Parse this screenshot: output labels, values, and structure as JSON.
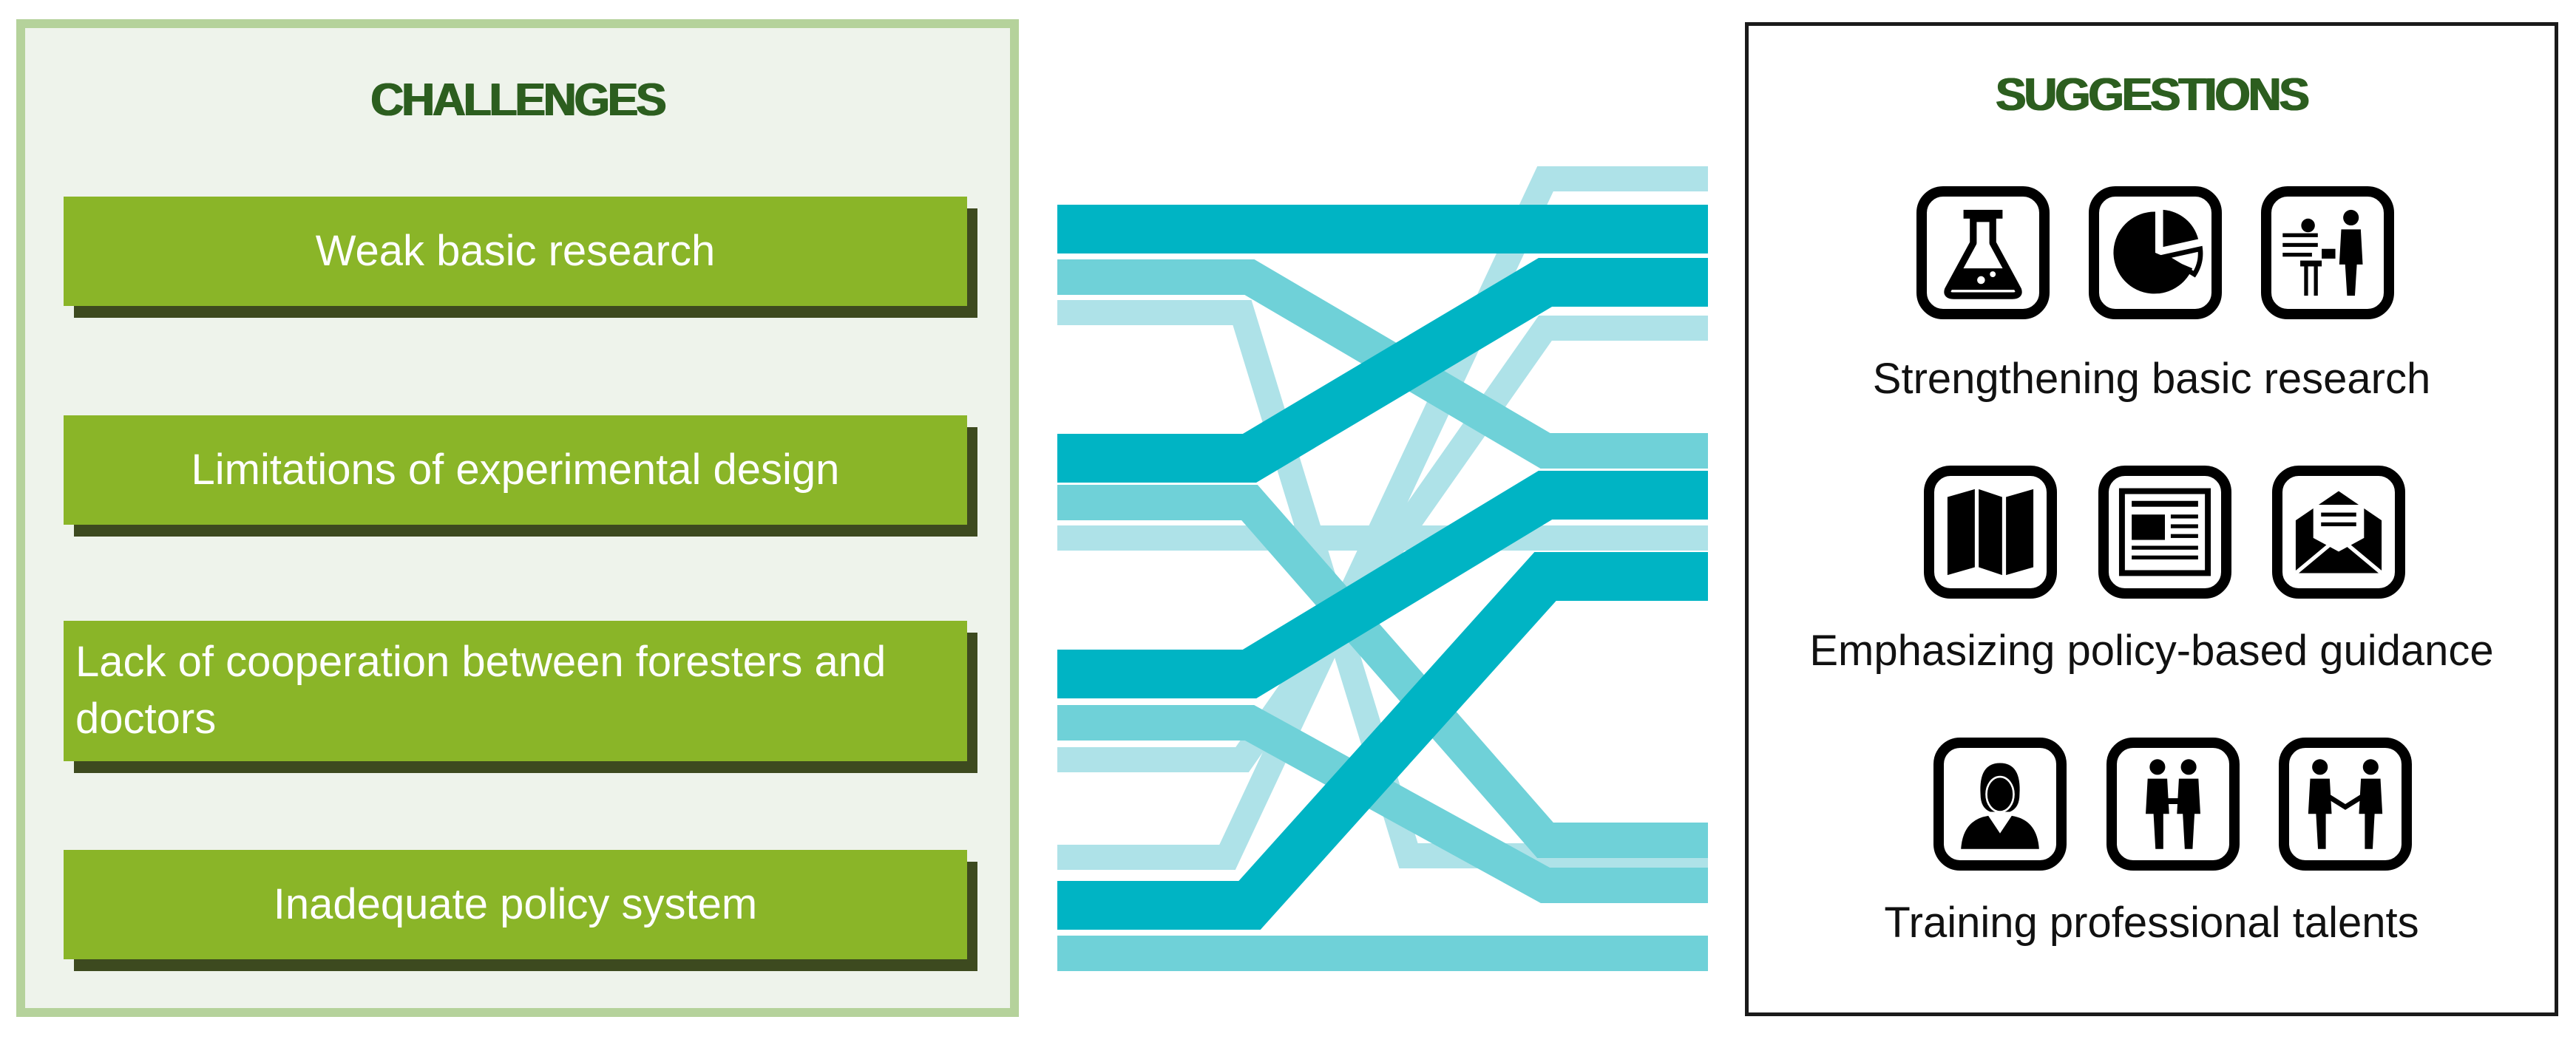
{
  "challenges": {
    "title": "CHALLENGES",
    "items": [
      {
        "label": "Weak basic research"
      },
      {
        "label": "Limitations of experimental design"
      },
      {
        "label": "Lack of cooperation between foresters and doctors"
      },
      {
        "label": "Inadequate policy system"
      }
    ]
  },
  "suggestions": {
    "title": "SUGGESTIONS",
    "groups": [
      {
        "label": "Strengthening basic research",
        "icons": [
          "flask-icon",
          "pie-chart-icon",
          "presentation-icon"
        ]
      },
      {
        "label": "Emphasizing policy-based guidance",
        "icons": [
          "map-icon",
          "newspaper-icon",
          "envelope-icon"
        ]
      },
      {
        "label": "Training professional talents",
        "icons": [
          "businesswoman-icon",
          "colleagues-icon",
          "handshake-icon"
        ]
      }
    ]
  },
  "colors": {
    "challenge_green": "#8ab528",
    "panel_border": "#b5d29b",
    "title_green": "#2c5e1f",
    "flow_dark": "#00b4c4",
    "flow_medium": "#6fd1d8",
    "flow_light": "#aee2e8"
  }
}
